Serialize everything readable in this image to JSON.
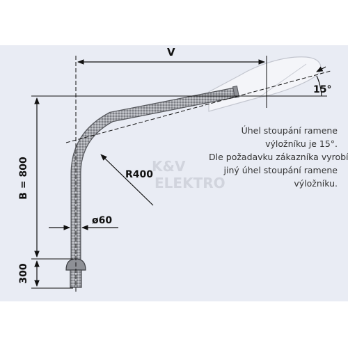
{
  "diagram": {
    "dimensions": {
      "width_label": "V",
      "height_label": "B = 800",
      "base_label": "300",
      "radius_label": "R400",
      "diameter_label": "ø60",
      "angle_label": "15°"
    },
    "note_lines": [
      "Úhel stoupání ramene",
      "výložníku je 15°.",
      "Dle požadavku zákazníka vyrobíme",
      "jiný úhel stoupání ramene",
      "výložníku."
    ],
    "watermark": {
      "line1": "K&V",
      "line2": "ELEKTRO"
    },
    "colors": {
      "background_panel": "#e9ecf4",
      "pipe": "#9a9ca2",
      "line": "#111111"
    }
  }
}
